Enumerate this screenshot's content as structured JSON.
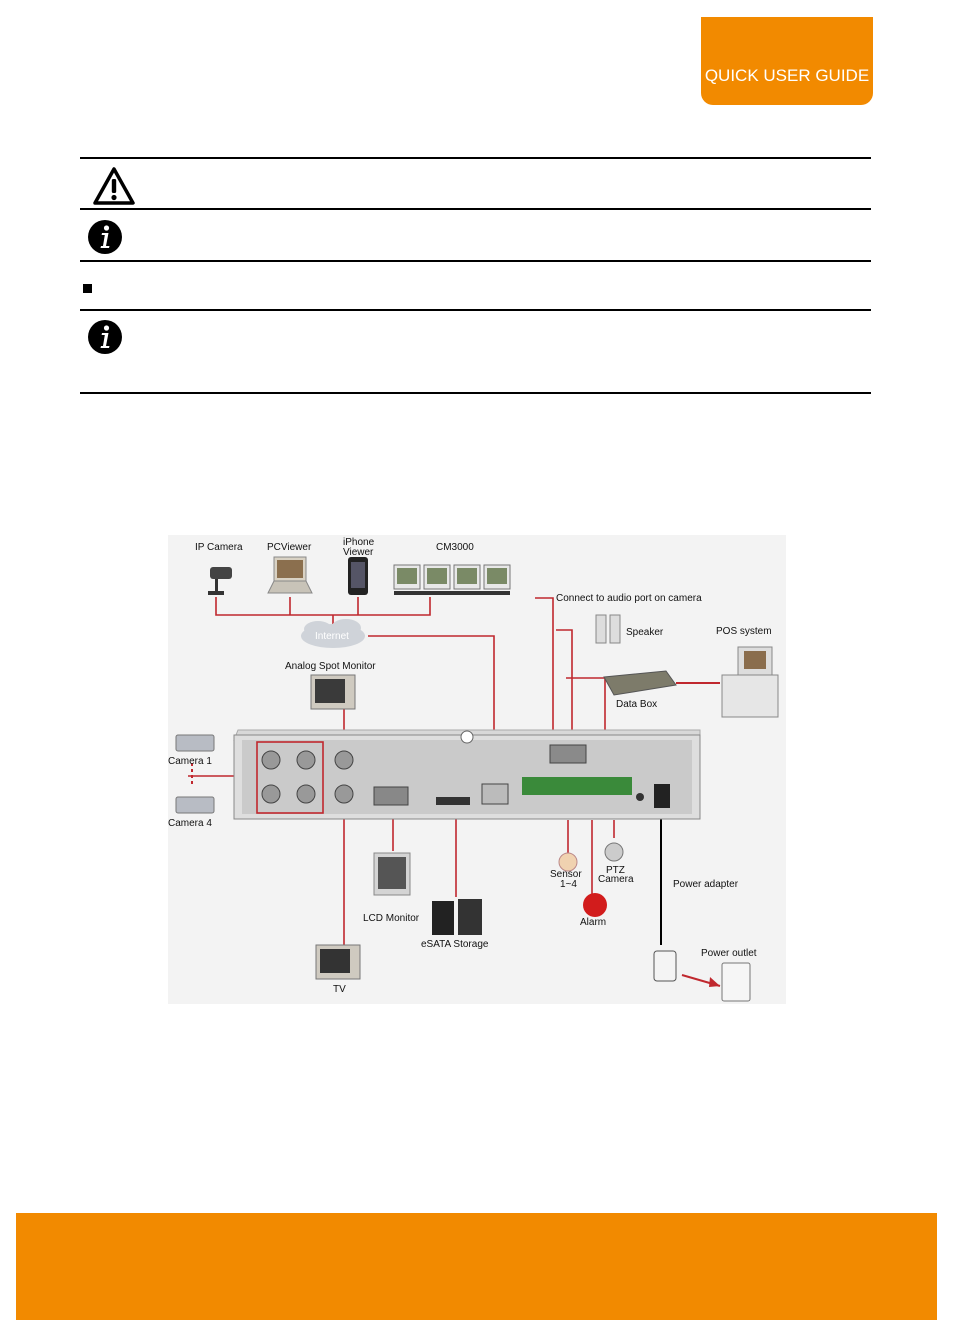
{
  "header": {
    "tab_label": "QUICK USER GUIDE"
  },
  "icons": {
    "warning": "warning-triangle-icon",
    "info": "info-circle-icon"
  },
  "colors": {
    "accent": "#f28a00",
    "wire": "#c0282e"
  },
  "diagram": {
    "labels": {
      "ip_camera": "IP Camera",
      "pcviewer": "PCViewer",
      "iphone_viewer_1": "iPhone",
      "iphone_viewer_2": "Viewer",
      "cm3000": "CM3000",
      "internet": "Internet",
      "analog_spot_monitor": "Analog Spot Monitor",
      "connect_audio": "Connect to audio port on camera",
      "speaker": "Speaker",
      "pos_system": "POS system",
      "data_box": "Data Box",
      "camera1": "Camera 1",
      "camera4": "Camera 4",
      "lcd_monitor": "LCD Monitor",
      "esata_storage": "eSATA Storage",
      "sensor_1": "Sensor",
      "sensor_2": "1~4",
      "ptz_1": "PTZ",
      "ptz_2": "Camera",
      "alarm": "Alarm",
      "power_adapter": "Power adapter",
      "power_outlet": "Power outlet",
      "tv": "TV"
    }
  }
}
